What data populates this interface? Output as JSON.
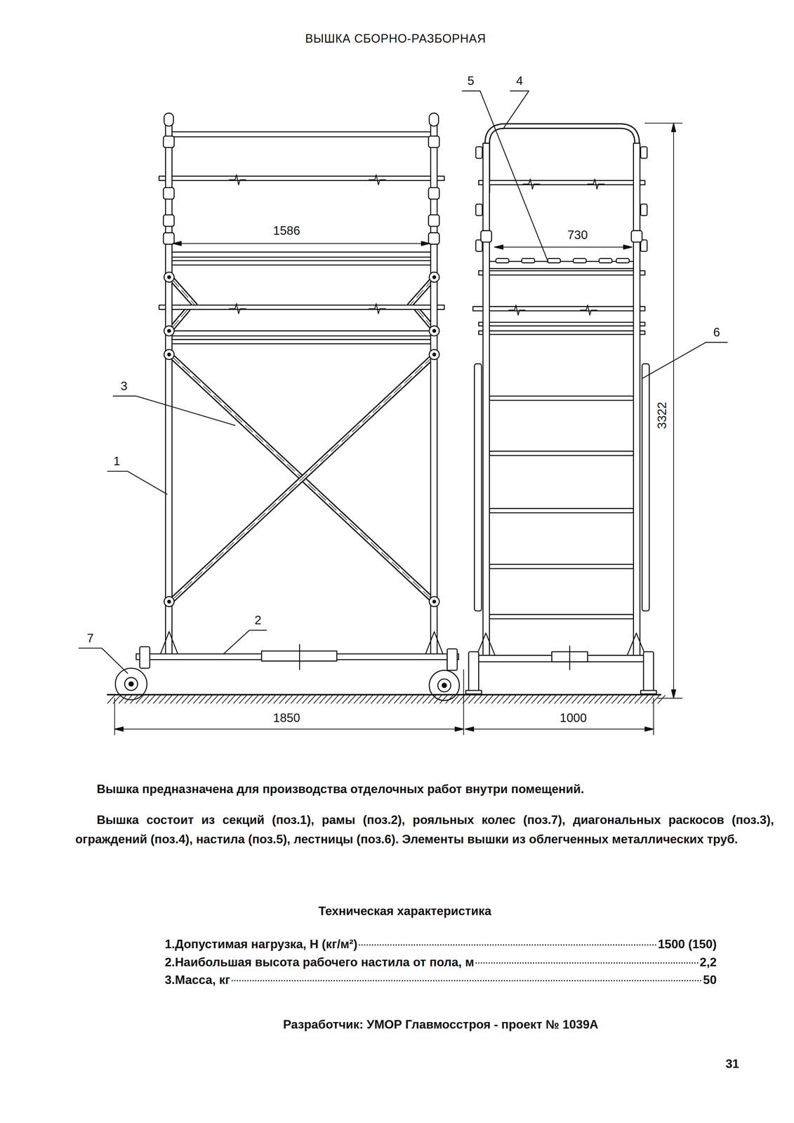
{
  "diagram": {
    "title": "ВЫШКА СБОРНО-РАЗБОРНАЯ",
    "labels": [
      "5",
      "4",
      "1586",
      "730",
      "6",
      "3",
      "1",
      "3322",
      "7",
      "2",
      "1850",
      "1000",
      "Вышка предназначена для производства отделочных работ внутри помещений.",
      "Вышка состоит из секций (поз.1), рамы (поз.2), рояльных колес (поз.7), диагональных раскосов (поз.3), ограждений (поз.4), настила (поз.5), лестницы (поз.6). Элементы вышки из облегченных металлических труб.",
      "Техническая характеристика",
      "1.Допустимая нагрузка, Н (кг/м²)",
      "1500 (150)",
      "2.Наибольшая высота рабочего настила от пола, м",
      "2,2",
      "3.Масса, кг",
      "50",
      "Разработчик: УМОР Главмосстроя - проект № 1039А",
      "31"
    ]
  }
}
